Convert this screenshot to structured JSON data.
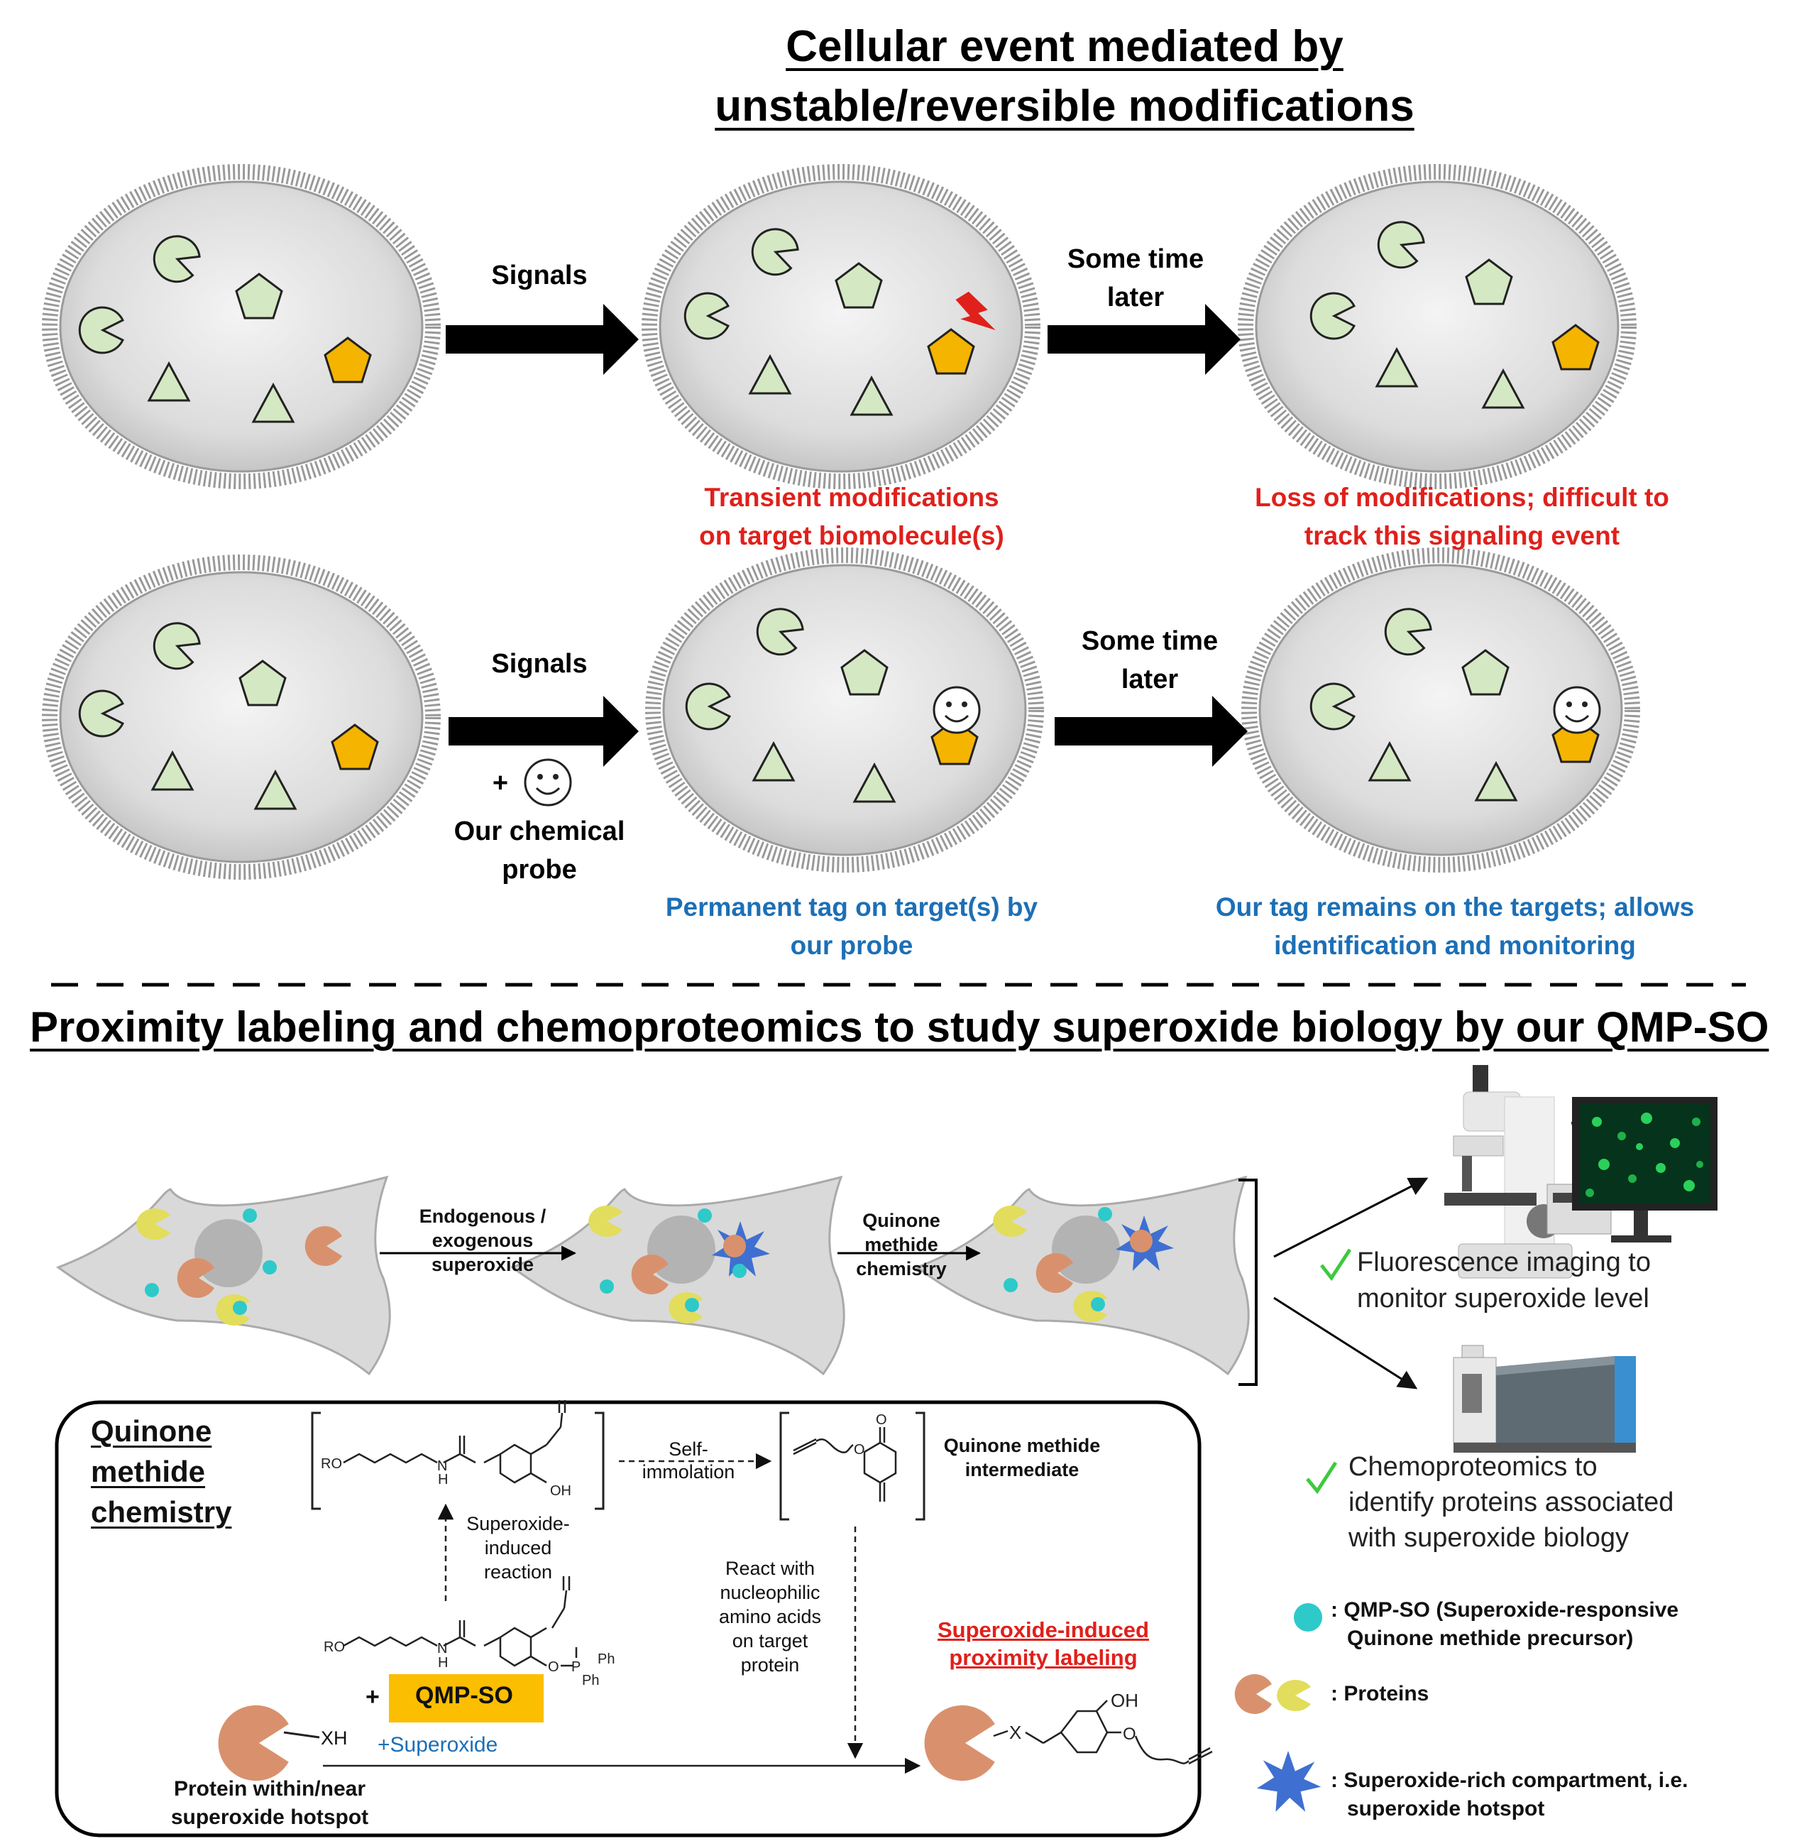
{
  "top": {
    "title_line1": "Cellular event mediated by",
    "title_line2": "unstable/reversible modifications",
    "row1": {
      "arrow1_label": "Signals",
      "arrow2_label_line1": "Some time",
      "arrow2_label_line2": "later",
      "caption2_line1": "Transient modifications",
      "caption2_line2": "on target biomolecule(s)",
      "caption3_line1": "Loss of modifications; difficult to",
      "caption3_line2": "track this signaling event"
    },
    "row2": {
      "arrow1_label": "Signals",
      "plus": "+",
      "probe_line1": "Our chemical",
      "probe_line2": "probe",
      "arrow2_label_line1": "Some time",
      "arrow2_label_line2": "later",
      "caption2_line1": "Permanent tag on target(s) by",
      "caption2_line2": "our probe",
      "caption3_line1": "Our tag remains on the targets; allows",
      "caption3_line2": "identification and monitoring"
    }
  },
  "bottom": {
    "title": "Proximity labeling and chemoproteomics to study superoxide biology by our QMP-SO",
    "step1_line1": "Endogenous /",
    "step1_line2": "exogenous",
    "step1_line3": "superoxide",
    "step2_line1": "Quinone",
    "step2_line2": "methide",
    "step2_line3": "chemistry",
    "outcome1_line1": "Fluorescence imaging to",
    "outcome1_line2": "monitor superoxide level",
    "outcome2_line1": "Chemoproteomics to",
    "outcome2_line2": "identify proteins associated",
    "outcome2_line3": "with  superoxide biology",
    "legend": {
      "qmp_line1": ": QMP-SO (Superoxide-responsive",
      "qmp_line2": "Quinone methide precursor)",
      "proteins": ": Proteins",
      "hotspot_line1": ": Superoxide-rich compartment, i.e.",
      "hotspot_line2": "superoxide hotspot"
    },
    "box": {
      "title_line1": "Quinone",
      "title_line2": "methide",
      "title_line3": "chemistry",
      "self_line1": "Self-",
      "self_line2": "immolation",
      "qm_line1": "Quinone methide",
      "qm_line2": "intermediate",
      "induced_line1": "Superoxide-",
      "induced_line2": "induced",
      "induced_line3": "reaction",
      "react_line1": "React with",
      "react_line2": "nucleophilic",
      "react_line3": "amino acids",
      "react_line4": "on target",
      "react_line5": "protein",
      "label_line1": "Superoxide-induced",
      "label_line2": "proximity labeling",
      "plus": "+",
      "qmp_so": "QMP-SO",
      "superoxide": "+Superoxide",
      "xh": "XH",
      "protein_line1": "Protein within/near",
      "protein_line2": "superoxide hotspot",
      "chem_ro": "RO",
      "chem_h": "H",
      "chem_n": "N",
      "chem_oh": "OH",
      "chem_o": "O",
      "chem_p": "P",
      "chem_ph": "Ph",
      "chem_x": "X"
    }
  },
  "colors": {
    "green_shape": "#d5e8c4",
    "orange_shape": "#f5b400",
    "red_text": "#e0201b",
    "blue_text": "#1c6fb6",
    "protein_orange": "#d9916d",
    "protein_yellow": "#e2dd5c",
    "probe_cyan": "#2ec9c9",
    "hotspot_blue": "#3f6fd1",
    "qmp_box": "#fcbe00",
    "check_green": "#3ec93e"
  },
  "icons": [
    "smiley-icon",
    "lightning-icon",
    "checkmark-icon",
    "microscope-icon",
    "monitor-icon",
    "mass-spectrometer-icon",
    "hotspot-star-icon"
  ]
}
